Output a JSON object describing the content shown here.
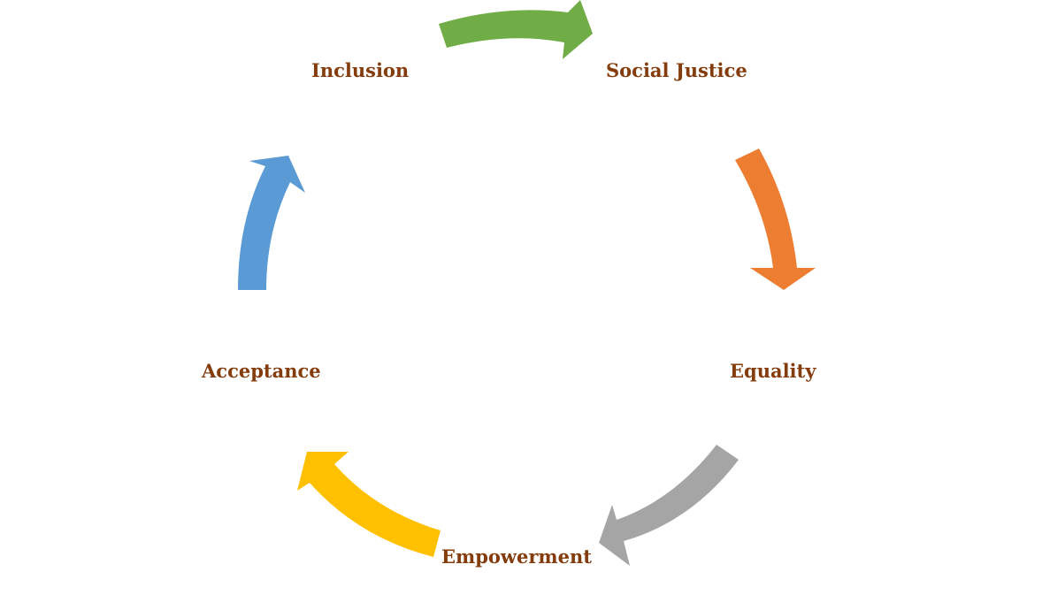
{
  "diagram": {
    "type": "cycle",
    "label_color": "#843c0c",
    "nodes": [
      {
        "id": "inclusion",
        "label": "Inclusion"
      },
      {
        "id": "social-justice",
        "label": "Social Justice"
      },
      {
        "id": "equality",
        "label": "Equality"
      },
      {
        "id": "empowerment",
        "label": "Empowerment"
      },
      {
        "id": "acceptance",
        "label": "Acceptance"
      }
    ],
    "arrows": [
      {
        "from": "Inclusion",
        "to": "Social Justice",
        "color": "#70ad47"
      },
      {
        "from": "Social Justice",
        "to": "Equality",
        "color": "#ed7d31"
      },
      {
        "from": "Equality",
        "to": "Empowerment",
        "color": "#a5a5a5"
      },
      {
        "from": "Empowerment",
        "to": "Acceptance",
        "color": "#ffc000"
      },
      {
        "from": "Acceptance",
        "to": "Inclusion",
        "color": "#5b9bd5"
      }
    ]
  }
}
